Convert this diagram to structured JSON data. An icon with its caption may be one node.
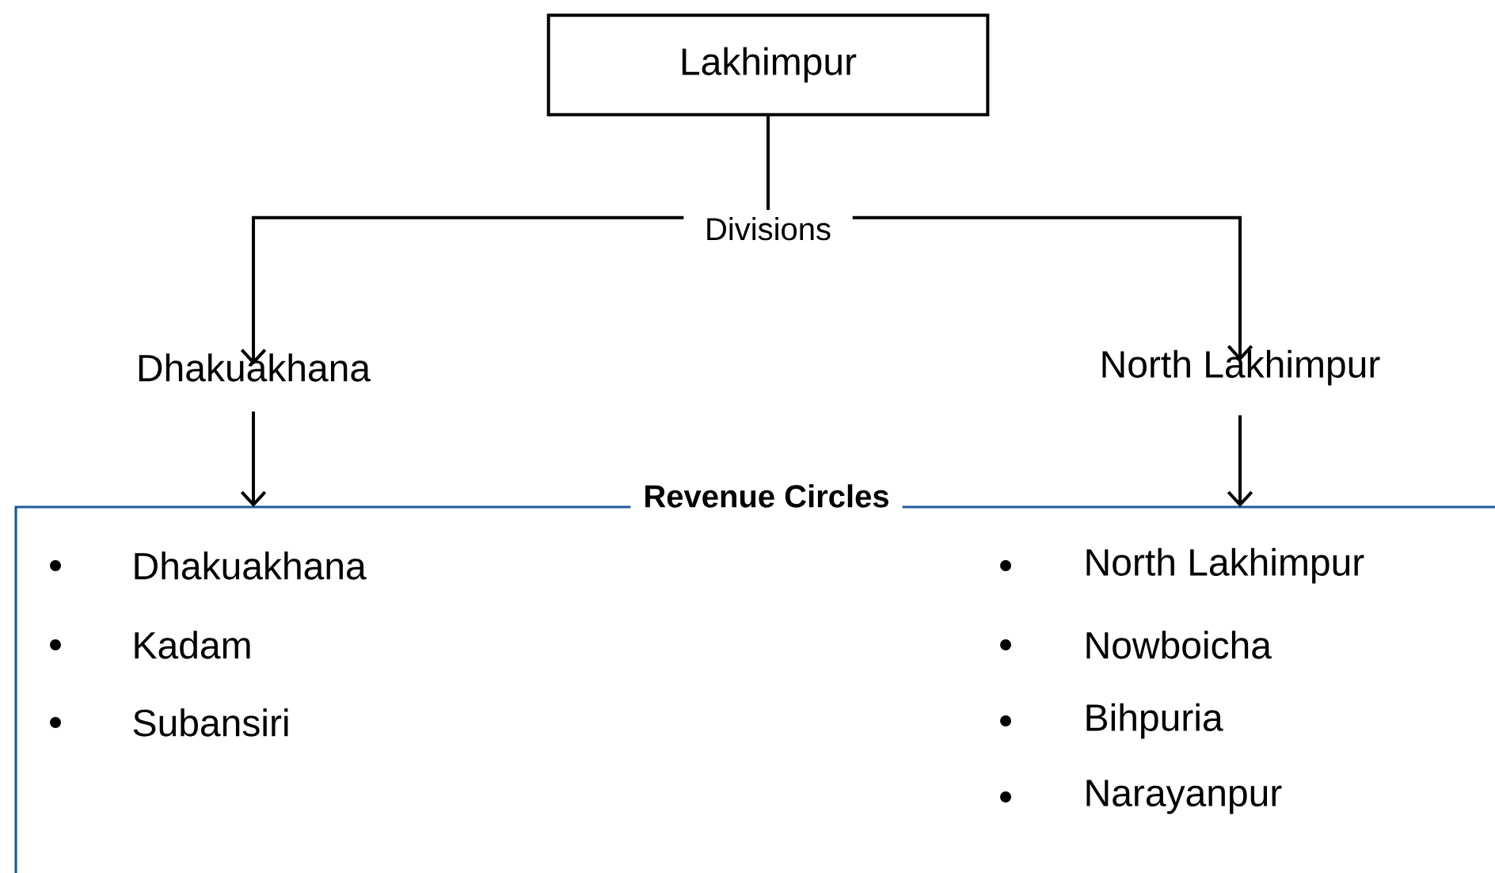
{
  "diagram": {
    "nodes": [
      {
        "text": [
          "Lakhimpur"
        ]
      },
      {
        "text": [
          "Dhakuakhana"
        ]
      },
      {
        "text": [
          "North Lakhimpur"
        ]
      },
      {
        "text": [
          "Revenue Circles"
        ]
      }
    ],
    "edges": [
      {
        "from": 0,
        "to": 1,
        "arrow": "to",
        "label": "Divisions"
      },
      {
        "from": 0,
        "to": 2,
        "arrow": "to"
      },
      {
        "from": 1,
        "to": 3,
        "arrow": "to"
      },
      {
        "from": 2,
        "to": 3,
        "arrow": "to"
      }
    ],
    "labels": [
      "Dhakuakhana",
      "Kadam",
      "Subansiri",
      "North Lakhimpur",
      "Nowboicha",
      "Bihpuria",
      "Narayanpur"
    ]
  }
}
